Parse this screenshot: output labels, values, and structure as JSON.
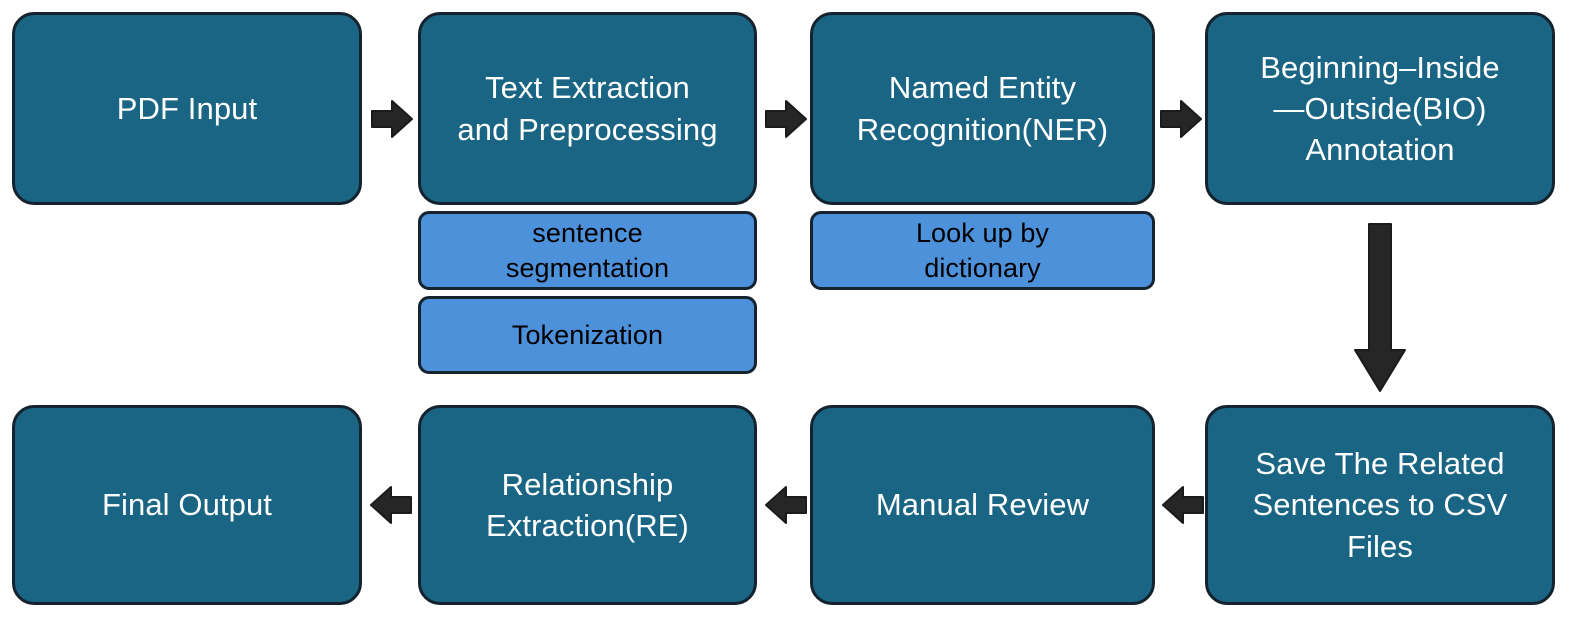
{
  "diagram": {
    "title": "NLP Information Extraction Pipeline Flowchart",
    "colors": {
      "node_fill": "#1a6484",
      "sub_node_fill": "#4d91db",
      "node_border": "#15232e",
      "node_text": "#ffffff",
      "sub_node_text": "#000000",
      "arrow_fill": "#262626",
      "background": "#ffffff"
    },
    "nodes": {
      "pdf_input": "PDF Input",
      "text_extraction": "Text Extraction\nand Preprocessing",
      "ner": "Named Entity\nRecognition(NER)",
      "bio_annotation": "Beginning–Inside\n—Outside(BIO)\nAnnotation",
      "save_csv": "Save The Related\nSentences to CSV\nFiles",
      "manual_review": "Manual Review",
      "relationship_extraction": "Relationship\nExtraction(RE)",
      "final_output": "Final Output"
    },
    "sub_nodes": {
      "sentence_segmentation": "sentence\nsegmentation",
      "tokenization": "Tokenization",
      "lookup_dictionary": "Look up by\ndictionary"
    },
    "arrows": [
      {
        "name": "arrow-pdf-to-text-extraction",
        "direction": "right"
      },
      {
        "name": "arrow-text-extraction-to-ner",
        "direction": "right"
      },
      {
        "name": "arrow-ner-to-bio",
        "direction": "right"
      },
      {
        "name": "arrow-bio-to-save-csv",
        "direction": "down"
      },
      {
        "name": "arrow-save-csv-to-manual-review",
        "direction": "left"
      },
      {
        "name": "arrow-manual-review-to-relationship-extraction",
        "direction": "left"
      },
      {
        "name": "arrow-relationship-extraction-to-final-output",
        "direction": "left"
      }
    ],
    "flow_order": [
      "PDF Input",
      "Text Extraction and Preprocessing",
      "Named Entity Recognition(NER)",
      "Beginning–Inside—Outside(BIO) Annotation",
      "Save The Related Sentences to CSV Files",
      "Manual Review",
      "Relationship Extraction(RE)",
      "Final Output"
    ]
  }
}
